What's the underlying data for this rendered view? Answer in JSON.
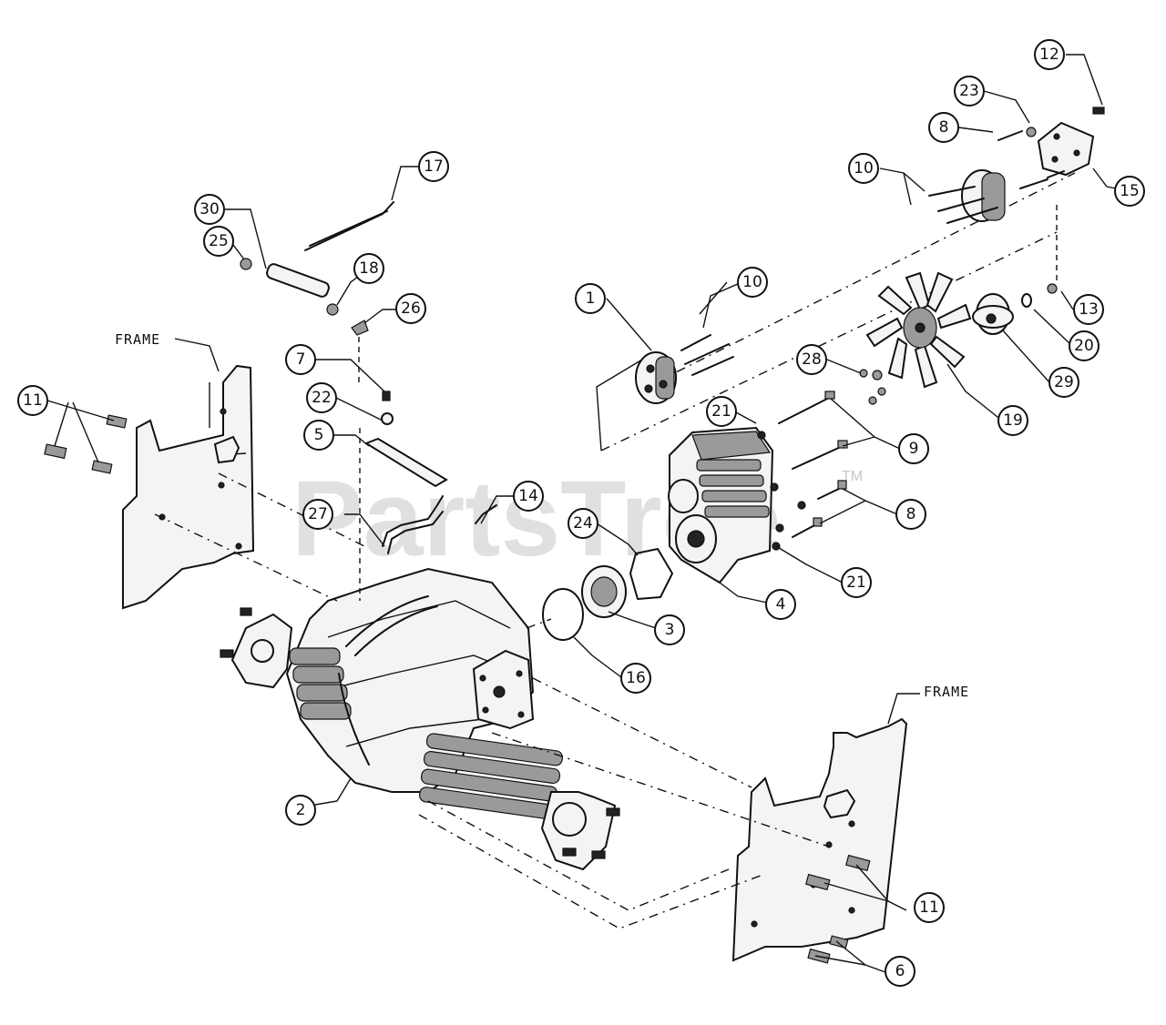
{
  "watermark": {
    "text": "PartsTree",
    "trademark": "TM"
  },
  "frame_labels": [
    "FRAME",
    "FRAME"
  ],
  "callouts": [
    "1",
    "2",
    "3",
    "4",
    "5",
    "6",
    "7",
    "8",
    "8",
    "9",
    "10",
    "10",
    "11",
    "11",
    "12",
    "13",
    "14",
    "15",
    "16",
    "17",
    "18",
    "19",
    "20",
    "21",
    "21",
    "22",
    "23",
    "24",
    "25",
    "26",
    "27",
    "28",
    "29",
    "30"
  ]
}
